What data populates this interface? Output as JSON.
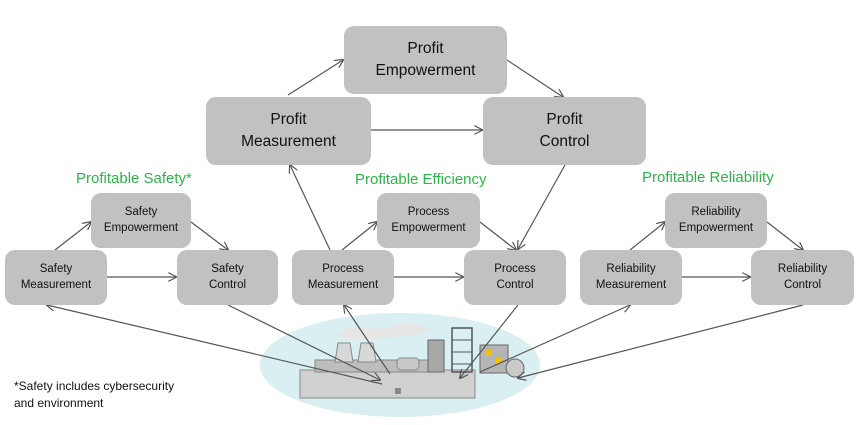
{
  "boxes": {
    "profit_empowerment": "Profit\nEmpowerment",
    "profit_measurement": "Profit\nMeasurement",
    "profit_control": "Profit\nControl",
    "safety_empowerment": "Safety\nEmpowerment",
    "safety_measurement": "Safety\nMeasurement",
    "safety_control": "Safety\nControl",
    "process_empowerment": "Process\nEmpowerment",
    "process_measurement": "Process\nMeasurement",
    "process_control": "Process\nControl",
    "reliability_empowerment": "Reliability\nEmpowerment",
    "reliability_measurement": "Reliability\nMeasurement",
    "reliability_control": "Reliability\nControl"
  },
  "labels": {
    "safety": "Profitable Safety*",
    "efficiency": "Profitable Efficiency",
    "reliability": "Profitable Reliability"
  },
  "footnote": "*Safety includes cybersecurity\nand environment",
  "colors": {
    "box_fill": "#c1c1c1",
    "label_green": "#2db34a",
    "arrow": "#555555",
    "plant_bg": "#d9eff1"
  },
  "icons": {
    "plant": "industrial-plant-icon"
  }
}
